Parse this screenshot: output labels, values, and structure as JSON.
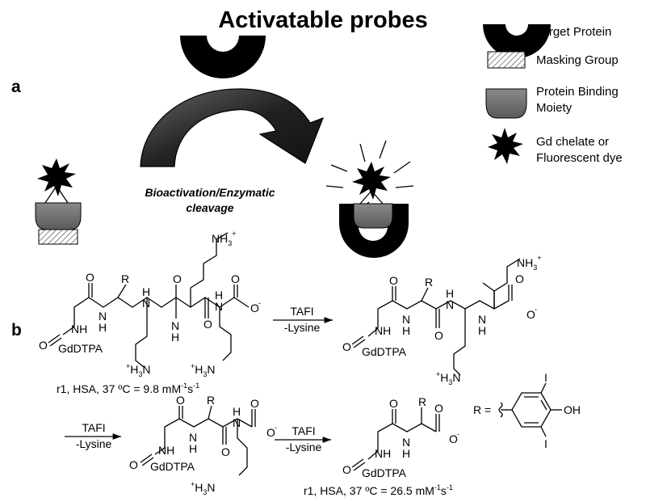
{
  "title": "Activatable probes",
  "panel_a": "a",
  "panel_b": "b",
  "legend": {
    "target_protein": "Target Protein",
    "masking_group": "Masking Group",
    "protein_binding_1": "Protein Binding",
    "protein_binding_2": "Moiety",
    "gd_chelate_1": "Gd chelate or",
    "gd_chelate_2": "Fluorescent dye"
  },
  "arrow_caption_1": "Bioactivation/Enzymatic",
  "arrow_caption_2": "cleavage",
  "chem": {
    "nh3": "NH",
    "nh3_sub": "3",
    "plus": "+",
    "h3n_plus": "+",
    "h3n": "H",
    "h3n_sub": "3",
    "h3n_n": "N",
    "nh": "NH",
    "n": "N",
    "h": "H",
    "o": "O",
    "o_minus": "-",
    "r": "R",
    "gddtpa": "GdDTPA",
    "tafi": "TAFI",
    "lysine": "-Lysine",
    "oh": "OH",
    "iodine": "I",
    "r_eq": "R ="
  },
  "relaxivity_1": {
    "prefix": "r1, HSA, 37 ºC = 9.8 mM",
    "exp1": "-1",
    "mid": "s",
    "exp2": "-1"
  },
  "relaxivity_2": {
    "prefix": "r1, HSA, 37 ºC = 26.5 mM",
    "exp1": "-1",
    "mid": "s",
    "exp2": "-1"
  }
}
